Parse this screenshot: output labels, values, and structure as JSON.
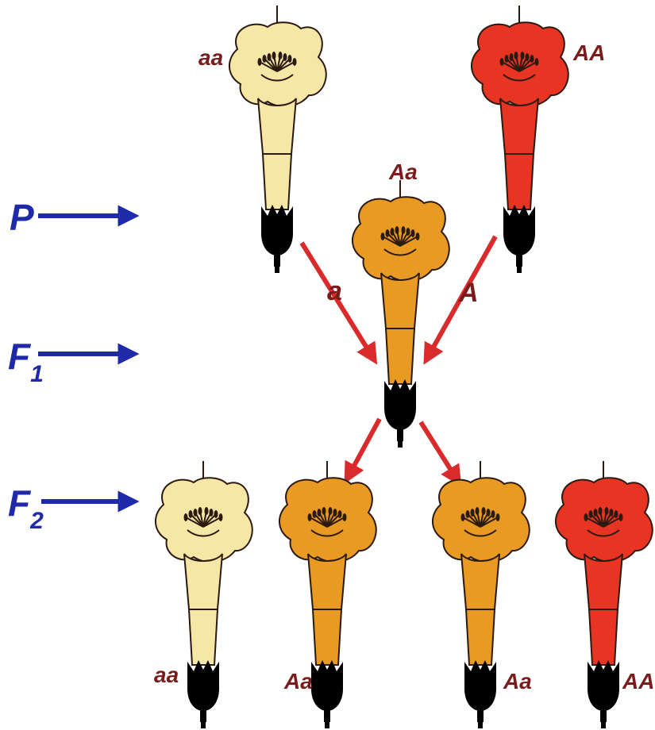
{
  "generations": [
    {
      "id": "P",
      "label": "P",
      "sub": ""
    },
    {
      "id": "F1",
      "label": "F",
      "sub": "1"
    },
    {
      "id": "F2",
      "label": "F",
      "sub": "2"
    }
  ],
  "flowers": [
    {
      "id": "p-white",
      "genotype": "aa",
      "color": "white"
    },
    {
      "id": "p-red",
      "genotype": "AA",
      "color": "red"
    },
    {
      "id": "f1-orange",
      "genotype": "Aa",
      "color": "orange"
    },
    {
      "id": "f2-white",
      "genotype": "aa",
      "color": "white"
    },
    {
      "id": "f2-orange-1",
      "genotype": "Aa",
      "color": "orange"
    },
    {
      "id": "f2-orange-2",
      "genotype": "Aa",
      "color": "orange"
    },
    {
      "id": "f2-red",
      "genotype": "AA",
      "color": "red"
    }
  ],
  "alleles": {
    "left": "a",
    "right": "A"
  },
  "colors": {
    "white": "#f7e7a6",
    "orange": "#e99a22",
    "red": "#e83422",
    "outline": "#2a1a10",
    "calyx": "#000000",
    "arrow_blue": "#1f2aa8",
    "arrow_red": "#d92b2b",
    "genotype_text": "#7a1c1c",
    "generation_text": "#1f2aa8"
  }
}
